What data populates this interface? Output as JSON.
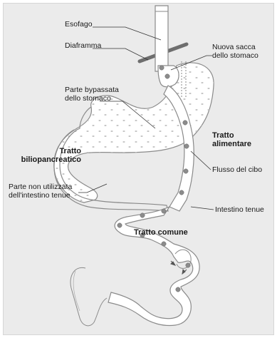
{
  "labels": {
    "esofago": "Esofago",
    "diaframma": "Diaframma",
    "nuova_sacca_1": "Nuova sacca",
    "nuova_sacca_2": "dello stomaco",
    "parte_bypassata_1": "Parte bypassata",
    "parte_bypassata_2": "dello stomaco",
    "tratto_alimentare_1": "Tratto",
    "tratto_alimentare_2": "alimentare",
    "tratto_bilio_1": "Tratto",
    "tratto_bilio_2": "biliopancreatico",
    "flusso_cibo": "Flusso del cibo",
    "parte_non_utilizzata_1": "Parte non utilizzata",
    "parte_non_utilizzata_2": "dell'intestino tenue",
    "intestino_tenue": "Intestino tenue",
    "tratto_comune": "Tratto comune"
  },
  "colors": {
    "background": "#ebebeb",
    "organ_fill": "#ffffff",
    "organ_stroke": "#8a8a8a",
    "dot": "#8c8c8c",
    "diaphragm": "#6e6e6e"
  }
}
